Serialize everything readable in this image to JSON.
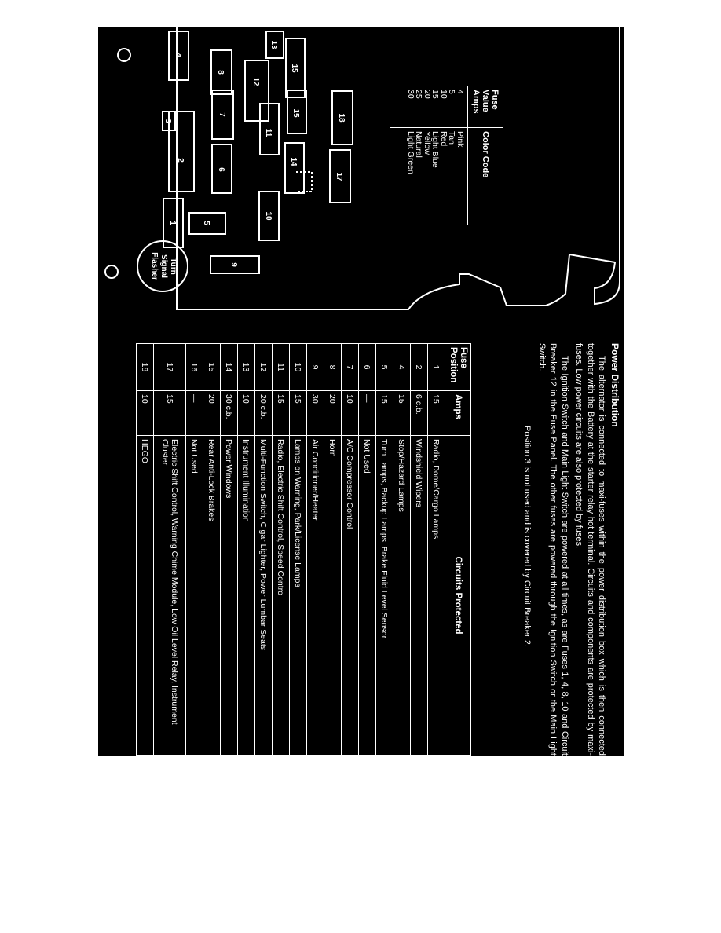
{
  "fuse_table": {
    "headers": {
      "position": "Fuse Position",
      "amps": "Amps",
      "circuits": "Circuits Protected"
    },
    "rows": [
      {
        "position": "1",
        "amps": "15",
        "circuits": "Radio, Dome/Cargo Lamps"
      },
      {
        "position": "2",
        "amps": "6 c.b.",
        "circuits": "Windshield Wipers"
      },
      {
        "position": "4",
        "amps": "15",
        "circuits": "Stop/Hazard Lamps"
      },
      {
        "position": "5",
        "amps": "15",
        "circuits": "Turn Lamps, Backup Lamps, Brake Fluid Level Sensor"
      },
      {
        "position": "6",
        "amps": "—",
        "circuits": "Not Used"
      },
      {
        "position": "7",
        "amps": "10",
        "circuits": "A/C Compressor Control"
      },
      {
        "position": "8",
        "amps": "20",
        "circuits": "Horn"
      },
      {
        "position": "9",
        "amps": "30",
        "circuits": "Air Conditioner/Heater"
      },
      {
        "position": "10",
        "amps": "15",
        "circuits": "Lamps on Warning, Park/License Lamps"
      },
      {
        "position": "11",
        "amps": "15",
        "circuits": "Radio, Electric Shift Control, Speed Contro"
      },
      {
        "position": "12",
        "amps": "20 c.b.",
        "circuits": "Multi-Function Switch, Cigar Lighter, Power Lumbar Seats"
      },
      {
        "position": "13",
        "amps": "10",
        "circuits": "Instrument Illumination"
      },
      {
        "position": "14",
        "amps": "30 c.b.",
        "circuits": "Power Windows"
      },
      {
        "position": "15",
        "amps": "20",
        "circuits": "Rear Anti-Lock Brakes"
      },
      {
        "position": "16",
        "amps": "—",
        "circuits": "Not Used"
      },
      {
        "position": "17",
        "amps": "15",
        "circuits": "Electric Shift Control, Warning Chime Module, Low Oil Level Relay, Instrument Cluster"
      },
      {
        "position": "18",
        "amps": "10",
        "circuits": "HEGO"
      }
    ]
  },
  "color_table": {
    "headers": {
      "amps": "Fuse Value Amps",
      "color": "Color Code"
    },
    "amps": [
      "4",
      "5",
      "10",
      "15",
      "20",
      "25",
      "30"
    ],
    "colors": [
      "Pink",
      "Tan",
      "Red",
      "Light Blue",
      "Yellow",
      "Natural",
      "Light Green"
    ]
  },
  "diagram": {
    "flasher_label": [
      "Turn",
      "Signal",
      "Flasher"
    ],
    "slot_labels": {
      "s4": "4",
      "s8": "8",
      "s13": "13",
      "s15a": "15",
      "s12": "12",
      "s3": "3",
      "s7": "7",
      "s15b": "15",
      "s18": "18",
      "s2": "2",
      "s11": "11",
      "s6": "6",
      "s14": "14",
      "s17": "17",
      "s10": "10",
      "s1": "1",
      "s5": "5",
      "s9": "9"
    }
  },
  "text": {
    "heading": "Power Distribution",
    "p1": "The alternator is connected to maxi-fuses within the power distribution box which is then connected together with the Battery at the starter relay hot terminal. Circuits and components are protected by maxi-fuses. Low power circuits are also protected by fuses.",
    "p2": "The Ignition Switch and Main Light Switch are powered at all times, as are Fuses 1, 4, 8, 10 and Circuit Breaker 12 in the Fuse Panel. The other fuses are powered through the Ignition Switch or the Main Light Switch.",
    "p3": "Position 3 is not used and is covered by Circuit Breaker 2."
  }
}
